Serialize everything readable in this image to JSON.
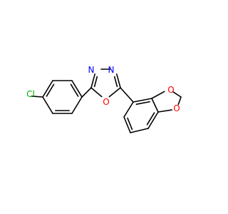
{
  "molecule": {
    "colors": {
      "bond": "#000000",
      "nitrogen": "#0000ff",
      "oxygen": "#ff0000",
      "chlorine": "#00b000"
    },
    "atoms": [
      {
        "id": "cl",
        "label": "Cl",
        "element": "chlorine"
      },
      {
        "id": "n1",
        "label": "N",
        "element": "nitrogen"
      },
      {
        "id": "n2",
        "label": "N",
        "element": "nitrogen"
      },
      {
        "id": "o-ring",
        "label": "O",
        "element": "oxygen"
      },
      {
        "id": "o-diox-1",
        "label": "O",
        "element": "oxygen"
      },
      {
        "id": "o-diox-2",
        "label": "O",
        "element": "oxygen"
      }
    ]
  }
}
